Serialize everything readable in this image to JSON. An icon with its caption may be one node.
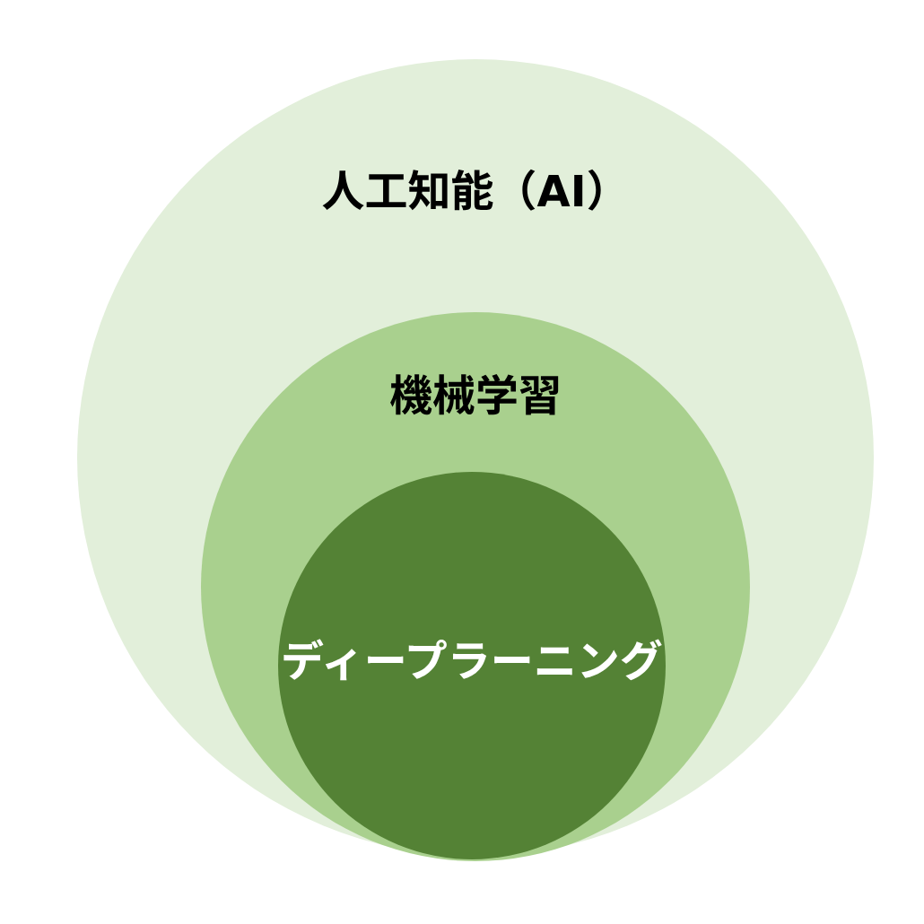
{
  "diagram": {
    "nodes": [
      {
        "text": [
          "人工知能（AI）"
        ]
      },
      {
        "text": [
          "機械学習"
        ],
        "in": 0
      },
      {
        "text": [
          "ディープラーニング"
        ],
        "in": 1
      }
    ]
  }
}
